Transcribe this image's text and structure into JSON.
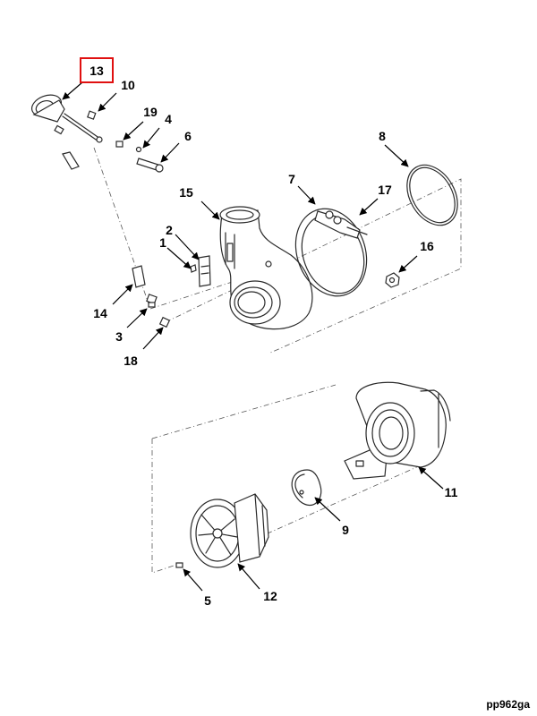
{
  "callouts": {
    "c1": "1",
    "c2": "2",
    "c3": "3",
    "c4": "4",
    "c5": "5",
    "c6": "6",
    "c7": "7",
    "c8": "8",
    "c9": "9",
    "c10": "10",
    "c11": "11",
    "c12": "12",
    "c13": "13",
    "c14": "14",
    "c15": "15",
    "c16": "16",
    "c17": "17",
    "c18": "18",
    "c19": "19"
  },
  "figure_id": "pp962ga",
  "highlight_color": "#e01010"
}
